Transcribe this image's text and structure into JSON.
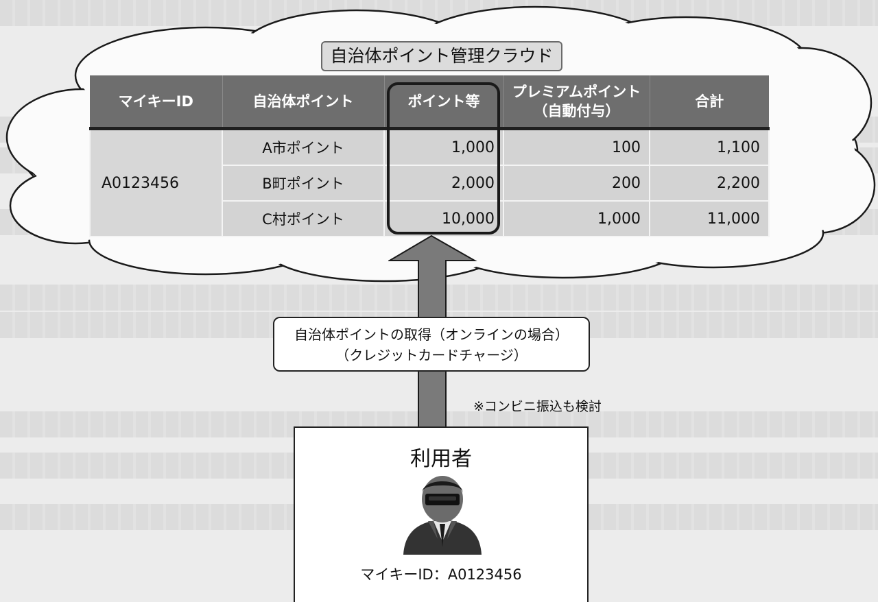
{
  "cloud_title": "自治体ポイント管理クラウド",
  "table": {
    "headers": [
      "マイキーID",
      "自治体ポイント",
      "ポイント等",
      "プレミアムポイント",
      "（自動付与）",
      "合計"
    ],
    "mykey_id": "A0123456",
    "rows": [
      {
        "name": "A市ポイント",
        "points": "1,000",
        "premium": "100",
        "total": "1,100"
      },
      {
        "name": "B町ポイント",
        "points": "2,000",
        "premium": "200",
        "total": "2,200"
      },
      {
        "name": "C村ポイント",
        "points": "10,000",
        "premium": "1,000",
        "total": "11,000"
      }
    ]
  },
  "acquisition": {
    "line1": "自治体ポイントの取得（オンラインの場合）",
    "line2": "（クレジットカードチャージ）"
  },
  "note": "※コンビニ振込も検討",
  "user": {
    "title": "利用者",
    "id_label": "マイキーID：A0123456",
    "icon": "user-avatar-icon"
  },
  "colors": {
    "header_bg": "#6e6e6e",
    "cell_bg": "#d3d3d3",
    "arrow": "#7a7a7a"
  }
}
